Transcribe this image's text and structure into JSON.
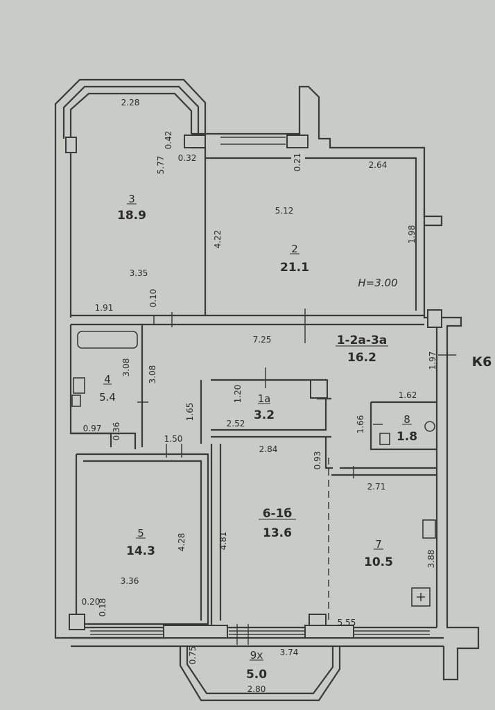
{
  "plan": {
    "ceiling_height": "H=3.00",
    "stair_label": "К6",
    "rooms": {
      "r3": {
        "number": "3",
        "area": "18.9"
      },
      "r2": {
        "number": "2",
        "area": "21.1"
      },
      "r1": {
        "number": "1-2а-3а",
        "area": "16.2"
      },
      "r4": {
        "number": "4",
        "area": "5.4"
      },
      "r1a": {
        "number": "1а",
        "area": "3.2"
      },
      "r8": {
        "number": "8",
        "area": "1.8"
      },
      "r5": {
        "number": "5",
        "area": "14.3"
      },
      "r6": {
        "number": "6-1б",
        "area": "13.6"
      },
      "r7": {
        "number": "7",
        "area": "10.5"
      },
      "r9": {
        "number": "9х",
        "area": "5.0"
      }
    },
    "dims": {
      "d228": "2.28",
      "d042": "0.42",
      "d577": "5.77",
      "d032": "0.32",
      "d335": "3.35",
      "d191": "1.91",
      "d010": "0.10",
      "d021": "0.21",
      "d264": "2.64",
      "d512": "5.12",
      "d422": "4.22",
      "d198": "1.98",
      "d725": "7.25",
      "d197": "1.97",
      "d162": "1.62",
      "d120": "1.20",
      "d308a": "3.08",
      "d308b": "3.08",
      "d165": "1.65",
      "d252": "2.52",
      "d166": "1.66",
      "d097": "0.97",
      "d036": "0.36",
      "d150": "1.50",
      "d284": "2.84",
      "d093": "0.93",
      "d271": "2.71",
      "d428": "4.28",
      "d481": "4.81",
      "d336": "3.36",
      "d388": "3.88",
      "d020": "0.20",
      "d018": "0.18",
      "d555": "5.55",
      "d075": "0.75",
      "d374": "3.74",
      "d280": "2.80"
    }
  }
}
